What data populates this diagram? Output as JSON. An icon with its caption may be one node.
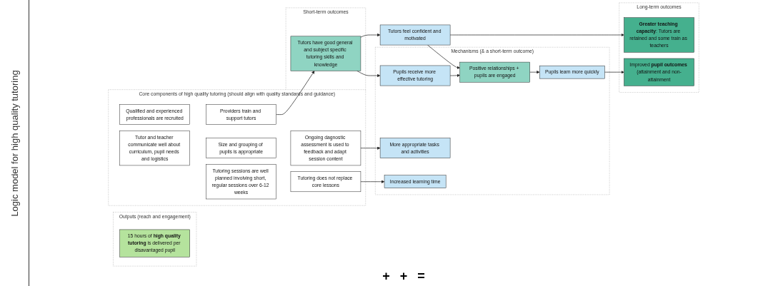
{
  "diagram": {
    "title": "Logic model for high quality tutoring",
    "nodes": [
      {
        "text": [
          "Outputs (reach and engagement)"
        ]
      },
      {
        "text": [
          "15 hours of **high quality tutoring** is delivered per disavantaged pupil"
        ],
        "in": 0
      },
      {
        "text": [
          "Core components of high quality tutoring (should align with quality standards and guidance)"
        ]
      },
      {
        "text": [
          "Qualified and experienced professionals are recruited"
        ],
        "in": 2
      },
      {
        "text": [
          "Providers train and support tutors"
        ],
        "in": 2
      },
      {
        "text": [
          "Tutor and teacher communicate well about curriculum, pupil needs and logistics"
        ],
        "in": 2
      },
      {
        "text": [
          "Size and grouping of pupils is appropriate"
        ],
        "in": 2
      },
      {
        "text": [
          "Ongoing dagnostic assessment is used to feedback and adapt session content"
        ],
        "in": 2
      },
      {
        "text": [
          "Tutoring sessions are well planned involving short, regular sessions over 6-12 weeks"
        ],
        "in": 2
      },
      {
        "text": [
          "Tutoring does not replace core lessons"
        ],
        "in": 2
      },
      {
        "text": [
          "Short-term outcomes"
        ]
      },
      {
        "text": [
          "Tutors have good general and subject specific tutoring skills and knowledge"
        ],
        "in": 10
      },
      {
        "text": [
          "Tutors feel confident and motivated"
        ]
      },
      {
        "text": [
          "Mechanisms (& a short-term outcome)"
        ]
      },
      {
        "text": [
          "Pupils receive more effective tutoring"
        ],
        "in": 13
      },
      {
        "text": [
          "Positive relationships + pupils are engaged"
        ],
        "in": 13
      },
      {
        "text": [
          "More appropriate tasks and activities"
        ],
        "in": 13
      },
      {
        "text": [
          "Pupils learn more quickly"
        ],
        "in": 13
      },
      {
        "text": [
          "Increased learning time"
        ],
        "in": 13
      },
      {
        "text": [
          "Long-term outcomes"
        ]
      },
      {
        "text": [
          "**Greater teaching capacity**: Tutors are retained and some train as teachers"
        ],
        "in": 19
      },
      {
        "text": [
          "Improved **pupil outcomes** (attainment and non-attainment"
        ],
        "in": 19
      }
    ],
    "edges": [
      {
        "from": 4,
        "to": 11,
        "arrow": "to"
      },
      {
        "from": 11,
        "to": 12,
        "arrow": "to"
      },
      {
        "from": 11,
        "to": 14,
        "arrow": "to"
      },
      {
        "from": 12,
        "to": 20,
        "arrow": "to"
      },
      {
        "from": 12,
        "to": 15,
        "arrow": "to"
      },
      {
        "from": 14,
        "to": 15,
        "arrow": "to"
      },
      {
        "from": 15,
        "to": 17,
        "arrow": "to"
      },
      {
        "from": 7,
        "to": 16,
        "arrow": "to"
      },
      {
        "from": 9,
        "to": 18,
        "arrow": "to"
      },
      {
        "from": 17,
        "to": 21,
        "arrow": "to"
      }
    ],
    "labels": [
      "+",
      "+",
      "="
    ]
  }
}
